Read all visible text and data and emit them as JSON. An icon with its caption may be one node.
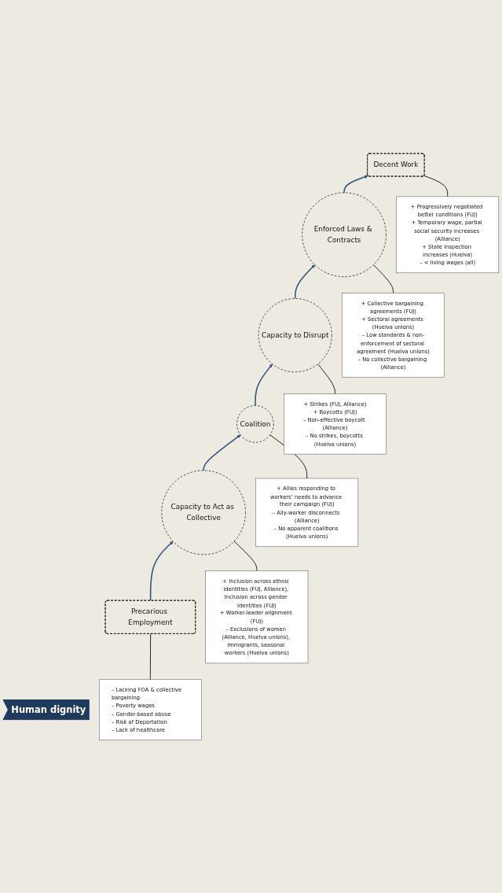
{
  "diagram": {
    "nodes": [
      {
        "text": [
          "Precarious Employment"
        ]
      },
      {
        "text": [
          "Capacity to Act as Collective"
        ]
      },
      {
        "text": [
          "Coalition"
        ]
      },
      {
        "text": [
          "Capacity to Disrupt"
        ]
      },
      {
        "text": [
          "Enforced Laws & Contracts"
        ]
      },
      {
        "text": [
          "Decent Work"
        ]
      },
      {
        "text": [
          "Human dignity"
        ]
      },
      {
        "text": [
          "– Lacking FOA & collective bargaining",
          "– Poverty wages",
          "– Gender-based abuse",
          "– Risk of Deportation",
          "– Lack of healthcare"
        ]
      },
      {
        "text": [
          "+ Inclusion across ethnic identities (FUJ, Alliance), Inclusion across gender identities (FUJ)",
          "+ Worker-leader alignment (FUJ)",
          "– Exclusions of women (Alliance, Huelva unions), immigrants, seasonal workers (Huelva unions)"
        ]
      },
      {
        "text": [
          "+ Allies responding to workers’ needs to advance their campaign (FUJ)",
          "– Ally-worker disconnects (Alliance)",
          "– No apparent coalitions (Huelva unions)"
        ]
      },
      {
        "text": [
          "+ Strikes (FUJ, Alliance)",
          "+ Boycotts (FUJ)",
          "– Non-effective boycott (Alliance)",
          "– No strikes, boycotts (Huelva unions)"
        ]
      },
      {
        "text": [
          "+ Collective bargaining agreements (FUJ)",
          "+ Sectoral agreements (Huelva unions)",
          "– Low standards & non-enforcement of sectoral agreement (Huelva unions)",
          "– No collective bargaining (Alliance)"
        ]
      },
      {
        "text": [
          "+ Progressively negotiated better conditions (FUJ)",
          "+ Temporary wage, partial social security increases (Alliance)",
          "+ State inspection increases (Huelva)",
          "– < living wages (all)"
        ]
      }
    ],
    "edges": [
      {
        "from": 0,
        "to": 1,
        "arrow": "to",
        "color": "#30527a"
      },
      {
        "from": 1,
        "to": 2,
        "arrow": "to",
        "color": "#30527a"
      },
      {
        "from": 2,
        "to": 3,
        "arrow": "to",
        "color": "#30527a"
      },
      {
        "from": 3,
        "to": 4,
        "arrow": "to",
        "color": "#30527a"
      },
      {
        "from": 4,
        "to": 5,
        "arrow": "to",
        "color": "#30527a"
      },
      {
        "from": 0,
        "to": 7,
        "arrow": "none"
      },
      {
        "from": 1,
        "to": 8,
        "arrow": "none"
      },
      {
        "from": 2,
        "to": 9,
        "arrow": "none"
      },
      {
        "from": 3,
        "to": 10,
        "arrow": "none"
      },
      {
        "from": 4,
        "to": 11,
        "arrow": "none"
      },
      {
        "from": 5,
        "to": 12,
        "arrow": "none"
      }
    ]
  }
}
